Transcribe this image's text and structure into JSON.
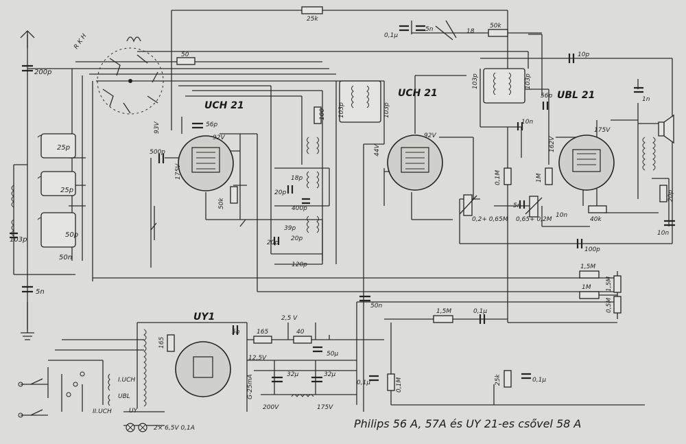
{
  "tubes": {
    "uch21_a": "UCH 21",
    "uch21_b": "UCH 21",
    "ubl21": "UBL 21",
    "uy1": "UY1"
  },
  "caption": "Philips 56 A, 57A és UY 21-es csővel 58 A",
  "labels": {
    "r_25k": "25k",
    "c_200p": "200p",
    "c_01u_top": "0,1µ",
    "c_5n_top": "5n",
    "r_50k_top": "50k",
    "c_10p_top": "10p",
    "r_50_band": "50",
    "v_93": "93V",
    "c_56p_a": "56p",
    "v_92_a": "92V",
    "c_500p": "500p",
    "v_175_a": "175V",
    "r_50k_mid": "50k",
    "c_25p_a": "25p",
    "c_25p_b": "25p",
    "c_103p_left": "103p",
    "c_50p_left": "50p",
    "c_50n_left": "50n",
    "c_5n_ant": "5n",
    "c_103p_if1a": "103p",
    "c_103p_if1b": "103p",
    "r_100": "100",
    "c_18p": "18p",
    "c_20p_a": "20p",
    "c_400p": "400p",
    "c_39p": "39p",
    "c_20p_b": "20p",
    "c_20p_c": "20p",
    "c_120p": "120p",
    "v_44": "44V",
    "v_92_b": "92V",
    "c_103p_if2a": "103p",
    "c_103p_if2b": "103p",
    "c_56p_b": "56p",
    "c_1n": "1n",
    "v_175_b": "175V",
    "v_162": "162V",
    "c_10n_a": "10n",
    "r_01m": "0,1M",
    "r_1m": "1M",
    "c_5n_mid": "5n",
    "pot_a": "0,2+ 0,65M",
    "pot_b": "0,65+ 0,2M",
    "c_10n_b": "10n",
    "r_40k": "40k",
    "c_20p_out": "20p",
    "c_10n_c": "10n",
    "c_100p": "100p",
    "r_15m_a": "1,5M",
    "r_15m_b": "1,5M",
    "r_1m_b": "1M",
    "r_05m": "0,5M",
    "c_50n_mid": "50n",
    "r_15m_c": "1,5M",
    "c_01u_mid": "0,1µ",
    "c_5n_uy": "5n",
    "r_165_a": "165",
    "r_165_b": "165",
    "v_25": "2,5 V",
    "r_40": "40",
    "c_50u": "50µ",
    "v_125": "12,5V",
    "fuse": "G-25mA",
    "c_32u_a": "32µ",
    "c_32u_b": "32µ",
    "v_200": "200V",
    "v_175_c": "175V",
    "c_01u_low": "0,1µ",
    "r_01m_low": "0,1M",
    "r_25k_low": "25k",
    "c_01u_low2": "0,1µ",
    "heater_1": "I.UCH",
    "heater_2": "UBL",
    "heater_3": "II.UCH",
    "heater_4": "UY",
    "lamps": "2× 6,5V 0,1A",
    "r_18": "18",
    "wave": "R K H"
  }
}
